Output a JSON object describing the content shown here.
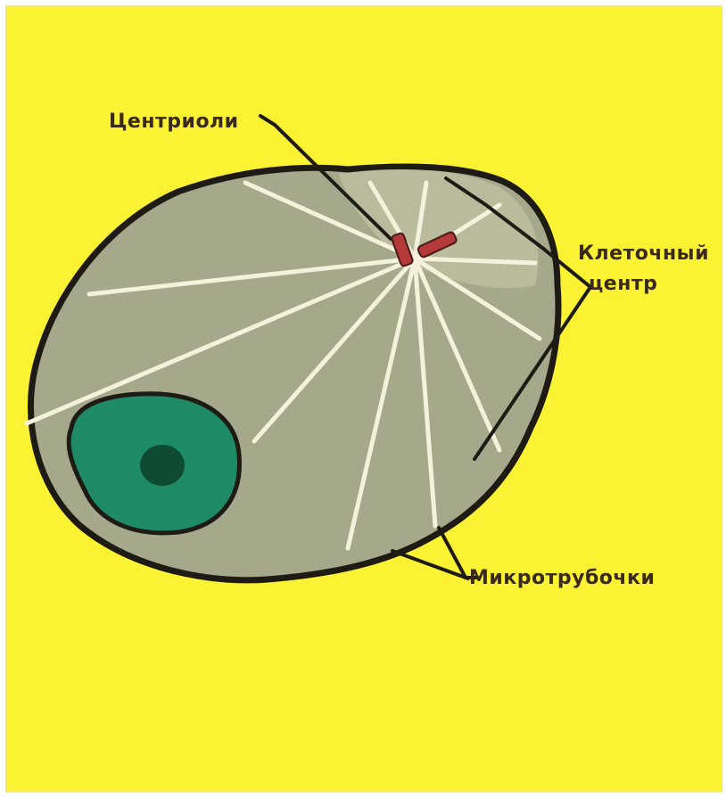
{
  "labels": {
    "centrioles": "Центриоли",
    "cell_center_line1": "Клеточный",
    "cell_center_line2": "центр",
    "microtubules": "Микротрубочки"
  },
  "colors": {
    "background": "#fbf233",
    "cytoplasm": "#a5a88a",
    "centrosome_zone": "#bdbd9d",
    "nucleus": "#1f8a66",
    "nucleolus": "#0f4a33",
    "centriole": "#b43a3a",
    "outline": "#1e1a14",
    "microtubule": "#f4f2dc"
  }
}
